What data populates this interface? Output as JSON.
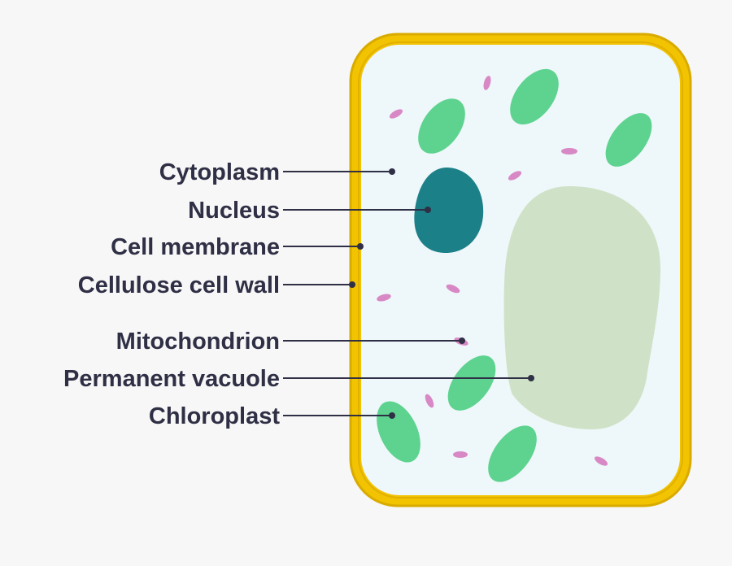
{
  "labels": {
    "cytoplasm": "Cytoplasm",
    "nucleus": "Nucleus",
    "cell_membrane": "Cell membrane",
    "cellulose_cell_wall": "Cellulose cell wall",
    "mitochondrion": "Mitochondrion",
    "permanent_vacuole": "Permanent vacuole",
    "chloroplast": "Chloroplast"
  },
  "colors": {
    "background": "#f7f7f7",
    "cell_wall": "#f2c300",
    "cell_wall_edge": "#d9ab00",
    "cytoplasm": "#eef7f9",
    "nucleus": "#1c8088",
    "vacuole": "#cfe2c7",
    "chloroplast": "#5dd38f",
    "mitochondrion": "#d888c5",
    "label_text": "#2f2f45"
  }
}
